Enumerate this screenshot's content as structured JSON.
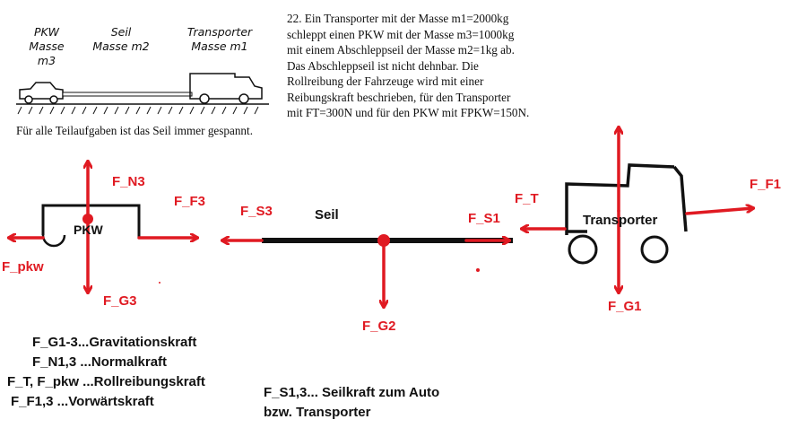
{
  "sketch": {
    "pkw_label": "PKW",
    "pkw_mass": "Masse m3",
    "seil_label": "Seil",
    "seil_mass": "Masse m2",
    "transporter_label": "Transporter",
    "transporter_mass": "Masse m1"
  },
  "problem": {
    "text": "22. Ein Transporter mit der Masse m1=2000kg\nschleppt einen PKW mit der Masse m3=1000kg\nmit einem Abschleppseil der Masse m2=1kg ab.\nDas Abschleppseil ist nicht dehnbar. Die\nRollreibung der Fahrzeuge wird mit einer\nReibungskraft beschrieben, für den Transporter\nmit FT=300N und für den PKW mit FPKW=150N.",
    "note": "Für alle Teilaufgaben ist das Seil immer gespannt."
  },
  "diagram": {
    "pkw_text": "PKW",
    "seil_text": "Seil",
    "transporter_text": "Transporter",
    "forces": {
      "f_n3": "F_N3",
      "f_f3": "F_F3",
      "f_pkw": "F_pkw",
      "f_g3": "F_G3",
      "f_s3": "F_S3",
      "f_g2": "F_G2",
      "f_s1": "F_S1",
      "f_t": "F_T",
      "f_f1": "F_F1",
      "f_g1": "F_G1"
    },
    "colors": {
      "force": "#e01a22",
      "line": "#111111"
    }
  },
  "legend": {
    "items": [
      "F_G1-3...Gravitationskraft",
      "F_N1,3 ...Normalkraft",
      "F_T, F_pkw ...Rollreibungskraft",
      "F_F1,3 ...Vorwärtskraft"
    ],
    "seil_line1": "F_S1,3... Seilkraft zum Auto",
    "seil_line2": "bzw. Transporter"
  }
}
